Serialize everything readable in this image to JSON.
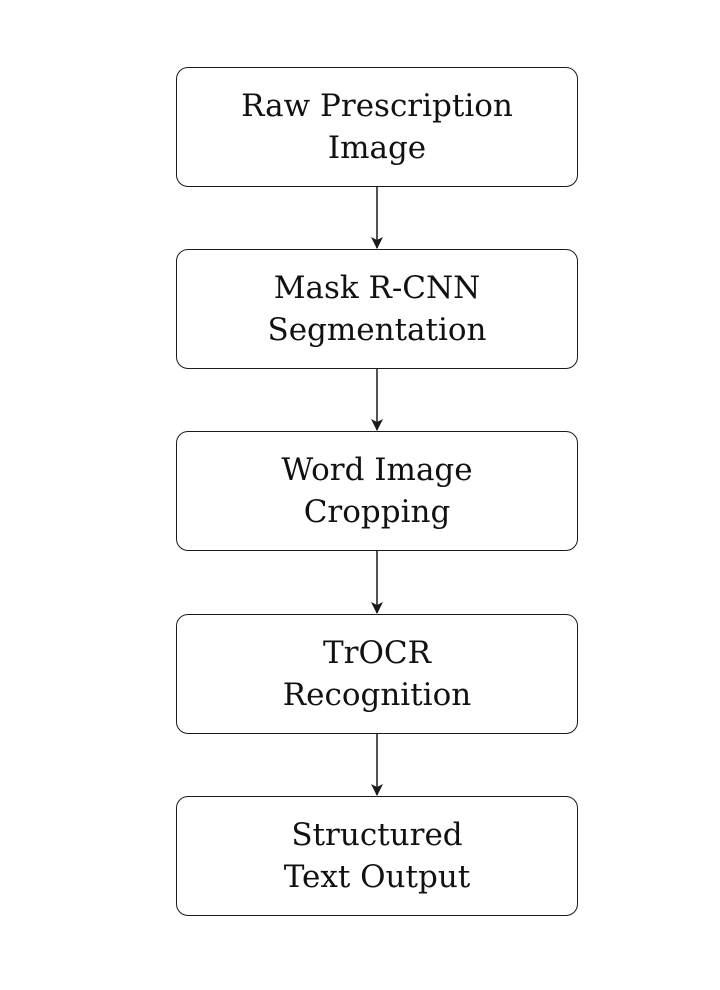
{
  "diagram": {
    "steps": [
      {
        "lines": [
          "Raw Prescription",
          "Image"
        ]
      },
      {
        "lines": [
          "Mask R-CNN",
          "Segmentation"
        ]
      },
      {
        "lines": [
          "Word Image",
          "Cropping"
        ]
      },
      {
        "lines": [
          "TrOCR",
          "Recognition"
        ]
      },
      {
        "lines": [
          "Structured",
          "Text Output"
        ]
      }
    ],
    "colors": {
      "stroke": "#1a1a1a",
      "text": "#111111",
      "background": "#ffffff"
    }
  }
}
